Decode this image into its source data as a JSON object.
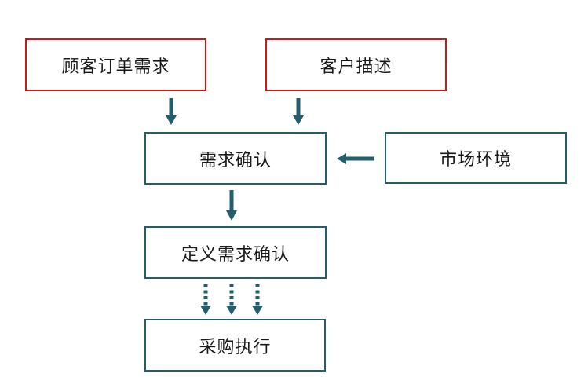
{
  "diagram": {
    "colors": {
      "background": "#ffffff",
      "node_background": "#ffffff",
      "red_border": "#d21616",
      "teal": "#225e6c",
      "text": "#1a1a1a"
    },
    "nodes": [
      {
        "id": "customer-order-demand",
        "label": "顾客订单需求",
        "border_color_role": "red_border"
      },
      {
        "id": "customer-description",
        "label": "客户描述",
        "border_color_role": "red_border"
      },
      {
        "id": "requirement-confirmation",
        "label": "需求确认",
        "border_color_role": "teal"
      },
      {
        "id": "market-environment",
        "label": "市场环境",
        "border_color_role": "teal"
      },
      {
        "id": "define-requirement-confirmation",
        "label": "定义需求确认",
        "border_color_role": "teal"
      },
      {
        "id": "procurement-execution",
        "label": "采购执行",
        "border_color_role": "teal"
      }
    ],
    "edges": [
      {
        "from": "customer-order-demand",
        "to": "requirement-confirmation",
        "style": "solid",
        "direction": "down"
      },
      {
        "from": "customer-description",
        "to": "requirement-confirmation",
        "style": "solid",
        "direction": "down"
      },
      {
        "from": "market-environment",
        "to": "requirement-confirmation",
        "style": "solid",
        "direction": "left"
      },
      {
        "from": "requirement-confirmation",
        "to": "define-requirement-confirmation",
        "style": "solid",
        "direction": "down"
      },
      {
        "from": "define-requirement-confirmation",
        "to": "procurement-execution",
        "style": "dotted",
        "direction": "down",
        "count": 3
      }
    ]
  }
}
